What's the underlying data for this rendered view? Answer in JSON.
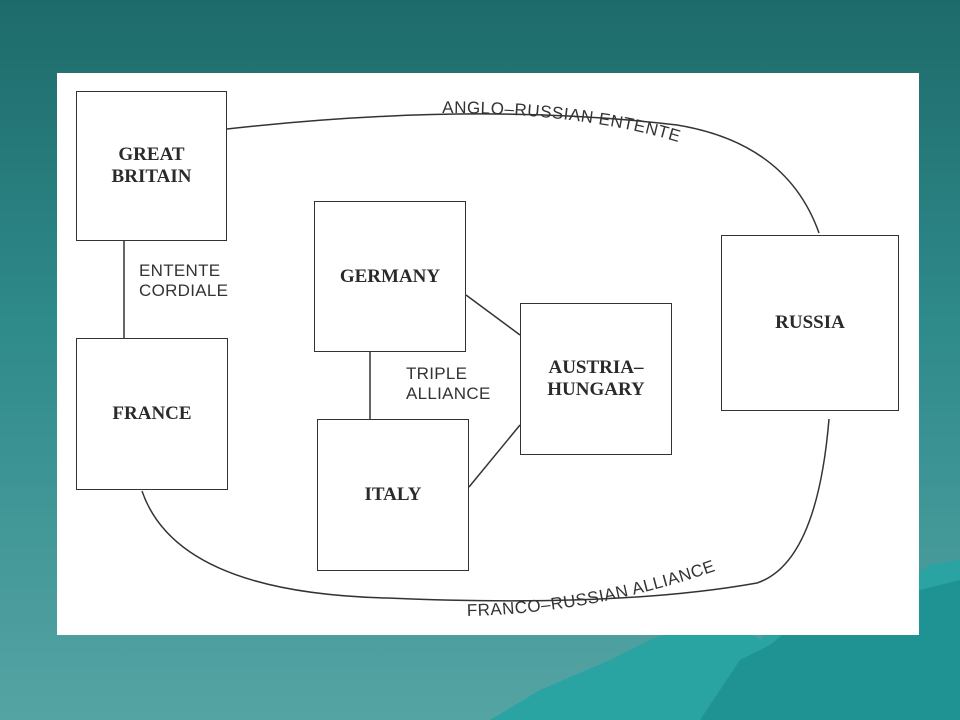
{
  "diagram": {
    "nodes": {
      "great_britain": [
        "GREAT",
        "BRITAIN"
      ],
      "france": "FRANCE",
      "germany": "GERMANY",
      "italy": "ITALY",
      "austria_hungary": [
        "AUSTRIA–",
        "HUNGARY"
      ],
      "russia": "RUSSIA"
    },
    "links": {
      "entente_cordiale": [
        "ENTENTE",
        "CORDIALE"
      ],
      "triple_alliance": [
        "TRIPLE",
        "ALLIANCE"
      ],
      "anglo_russian": "ANGLO–RUSSIAN ENTENTE",
      "franco_russian": "FRANCO–RUSSIAN ALLIANCE"
    }
  },
  "colors": {
    "background_top": "#1e6b6b",
    "background_bottom": "#55a4a4",
    "mountain": "#2aa3a3",
    "line": "#333333"
  }
}
